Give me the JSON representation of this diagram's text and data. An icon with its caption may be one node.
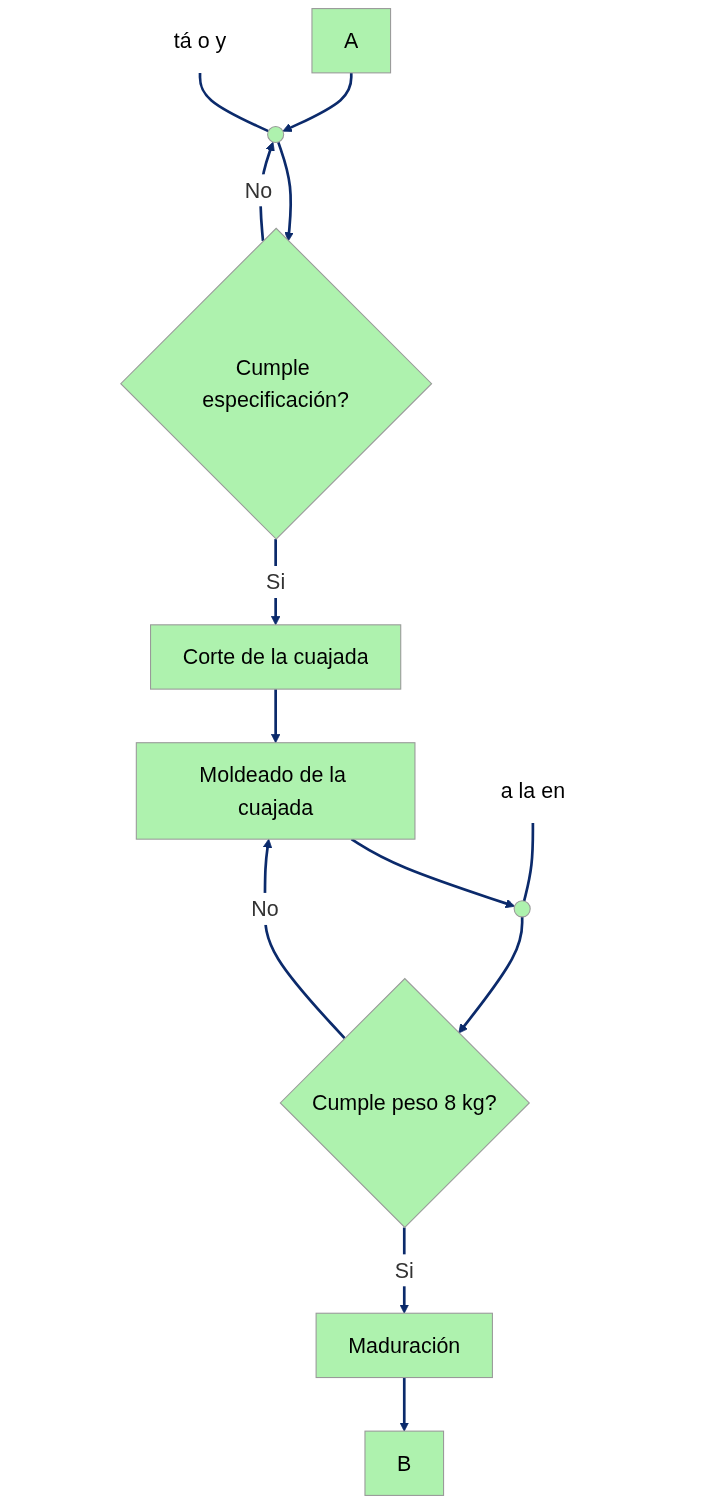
{
  "diagram": {
    "nodes": [
      {
        "text": [
          "A"
        ]
      },
      {
        "text": [
          "tá o y"
        ]
      },
      {
        "text": [],
        "shape": "circle"
      },
      {
        "text": [
          "Cumple especificación?"
        ]
      },
      {
        "text": [
          "Corte de la cuajada"
        ]
      },
      {
        "text": [
          "Moldeado de la cuajada"
        ]
      },
      {
        "text": [
          "a la en"
        ]
      },
      {
        "text": [],
        "shape": "circle"
      },
      {
        "text": [
          "Cumple peso 8 kg?"
        ]
      },
      {
        "text": [
          "Maduración"
        ]
      },
      {
        "text": [
          "B"
        ]
      }
    ],
    "edges": [
      {
        "from": 0,
        "to": 2,
        "arrow": "to"
      },
      {
        "from": 1,
        "to": 2,
        "arrow": "none"
      },
      {
        "from": 2,
        "to": 3,
        "arrow": "to"
      },
      {
        "from": 3,
        "to": 2,
        "arrow": "to",
        "label": "No"
      },
      {
        "from": 3,
        "to": 4,
        "arrow": "to",
        "label": "Si"
      },
      {
        "from": 4,
        "to": 5,
        "arrow": "to"
      },
      {
        "from": 5,
        "to": 7,
        "arrow": "to"
      },
      {
        "from": 6,
        "to": 7,
        "arrow": "none"
      },
      {
        "from": 7,
        "to": 8,
        "arrow": "to"
      },
      {
        "from": 8,
        "to": 5,
        "arrow": "to",
        "label": "No"
      },
      {
        "from": 8,
        "to": 9,
        "arrow": "to",
        "label": "Si"
      },
      {
        "from": 9,
        "to": 10,
        "arrow": "to"
      }
    ]
  }
}
